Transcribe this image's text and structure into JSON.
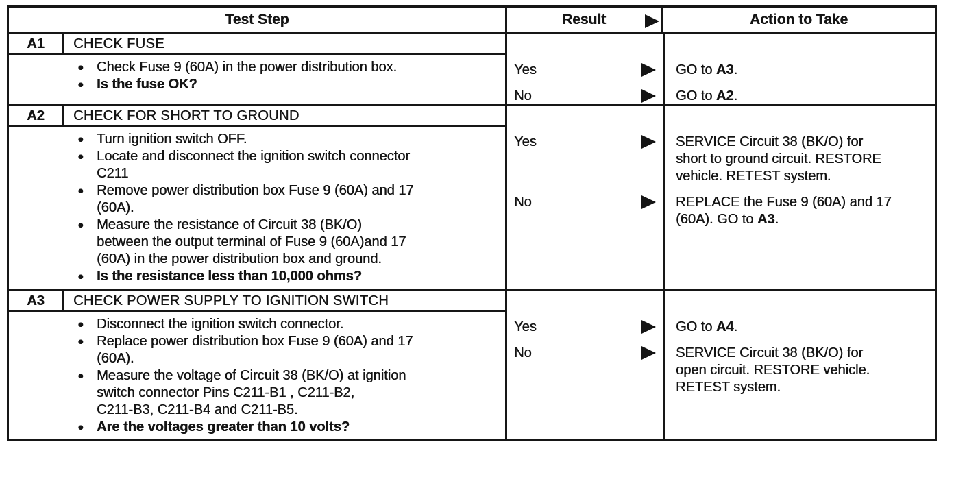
{
  "colors": {
    "ink": "#141414",
    "paper": "#ffffff"
  },
  "header": {
    "test_step": "Test Step",
    "result": "Result",
    "action": "Action to Take"
  },
  "steps": [
    {
      "id": "A1",
      "title": "CHECK FUSE",
      "bullets": [
        "Check Fuse 9 (60A) in the power distribution box.",
        "Is the fuse OK?"
      ],
      "results": [
        {
          "label": "Yes",
          "action": {
            "pre": "GO to ",
            "ref": "A3",
            "post": "."
          }
        },
        {
          "label": "No",
          "action": {
            "pre": "GO to ",
            "ref": "A2",
            "post": "."
          }
        }
      ]
    },
    {
      "id": "A2",
      "title": "CHECK FOR SHORT TO GROUND",
      "bullets": [
        "Turn ignition switch OFF.",
        "Locate and disconnect the ignition switch connector\nC211",
        "Remove power distribution box Fuse 9 (60A) and 17\n(60A).",
        "Measure the resistance of Circuit 38 (BK/O)\nbetween the output terminal of Fuse 9 (60A)and 17\n(60A) in the power distribution box and ground.",
        "Is the resistance less than 10,000 ohms?"
      ],
      "results": [
        {
          "label": "Yes",
          "action": {
            "pre": "SERVICE Circuit 38 (BK/O) for\nshort to ground circuit. RESTORE\nvehicle. RETEST system.",
            "ref": "",
            "post": ""
          }
        },
        {
          "label": "No",
          "action": {
            "pre": "REPLACE the Fuse 9 (60A) and 17\n(60A). GO to ",
            "ref": "A3",
            "post": "."
          }
        }
      ]
    },
    {
      "id": "A3",
      "title": "CHECK POWER SUPPLY TO IGNITION SWITCH",
      "bullets": [
        "Disconnect the ignition switch connector.",
        "Replace power distribution box Fuse 9 (60A) and 17\n(60A).",
        "Measure the voltage of Circuit 38 (BK/O) at ignition\nswitch connector Pins C211-B1 , C211-B2,\nC211-B3, C211-B4 and C211-B5.",
        "Are the voltages greater than 10 volts?"
      ],
      "results": [
        {
          "label": "Yes",
          "action": {
            "pre": "GO to ",
            "ref": "A4",
            "post": "."
          }
        },
        {
          "label": "No",
          "action": {
            "pre": "SERVICE Circuit 38 (BK/O) for\nopen circuit. RESTORE vehicle.\nRETEST system.",
            "ref": "",
            "post": ""
          }
        }
      ]
    }
  ]
}
